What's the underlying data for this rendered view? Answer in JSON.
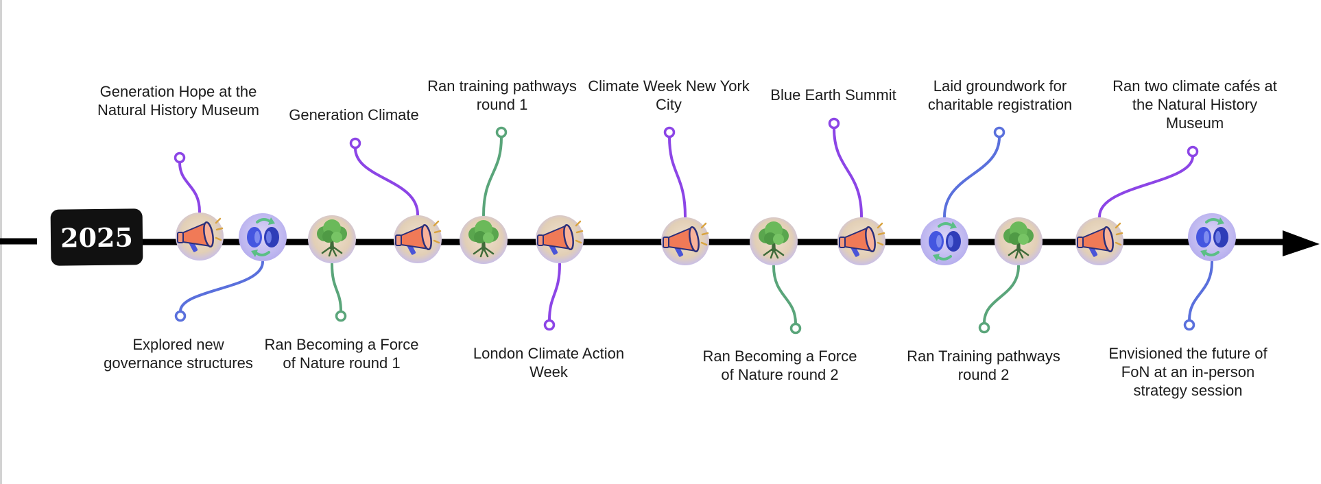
{
  "year": "2025",
  "colors": {
    "purple": "#8c45e6",
    "blue": "#5a70dc",
    "green": "#5aa57a",
    "line": "#000000",
    "dot_bg": "#b9b3f0",
    "dot_bg_warm": "#ead8c4"
  },
  "events": [
    {
      "text": "Generation Hope at the Natural History Museum",
      "icon": "megaphone-icon",
      "side": "above",
      "connector": "purple"
    },
    {
      "text": "Explored new governance structures",
      "icon": "recycle-icon",
      "side": "below",
      "connector": "blue"
    },
    {
      "text": "Ran Becoming a Force of Nature round 1",
      "icon": "tree-icon",
      "side": "below",
      "connector": "green"
    },
    {
      "text": "Generation Climate",
      "icon": "megaphone-icon",
      "side": "above",
      "connector": "purple"
    },
    {
      "text": "Ran training pathways round 1",
      "icon": "tree-icon",
      "side": "above",
      "connector": "green"
    },
    {
      "text": "London Climate Action Week",
      "icon": "megaphone-icon",
      "side": "below",
      "connector": "purple"
    },
    {
      "text": "Climate Week New York City",
      "icon": "megaphone-icon",
      "side": "above",
      "connector": "purple"
    },
    {
      "text": "Ran Becoming a Force of Nature round 2",
      "icon": "tree-icon",
      "side": "below",
      "connector": "green"
    },
    {
      "text": "Blue Earth Summit",
      "icon": "megaphone-icon",
      "side": "above",
      "connector": "purple"
    },
    {
      "text": "Laid groundwork for charitable registration",
      "icon": "recycle-icon",
      "side": "above",
      "connector": "blue"
    },
    {
      "text": "Ran Training pathways round 2",
      "icon": "tree-icon",
      "side": "below",
      "connector": "green"
    },
    {
      "text": "Ran two climate cafés at the Natural History Museum",
      "icon": "megaphone-icon",
      "side": "above",
      "connector": "purple"
    },
    {
      "text": "Envisioned the future of FoN at an in-person strategy session",
      "icon": "recycle-icon",
      "side": "below",
      "connector": "blue"
    }
  ]
}
